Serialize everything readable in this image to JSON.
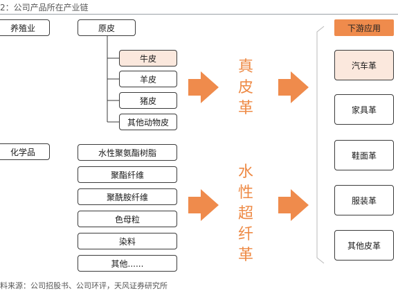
{
  "title": "2：公司产品所在产业链",
  "footer": "料来源：公司招股书、公司环评，天风证券研究所",
  "left_categories": [
    "养殖业",
    "化学品"
  ],
  "leather": {
    "root": "原皮",
    "children": [
      "牛皮",
      "羊皮",
      "猪皮",
      "其他动物皮"
    ]
  },
  "chemicals": [
    "水性聚氨酯树脂",
    "聚酯纤维",
    "聚酰胺纤维",
    "色母粒",
    "染料",
    "其他......"
  ],
  "products": [
    [
      "真",
      "皮",
      "革"
    ],
    [
      "水",
      "性",
      "超",
      "纤",
      "革"
    ]
  ],
  "downstream": {
    "header": "下游应用",
    "items": [
      "汽车革",
      "家具革",
      "鞋面革",
      "服装革",
      "其他皮革"
    ]
  },
  "colors": {
    "accent": "#ef8b4c",
    "accent_text": "#ee8a45",
    "tint": "#fbe8dd",
    "line": "#3a3a3a"
  }
}
